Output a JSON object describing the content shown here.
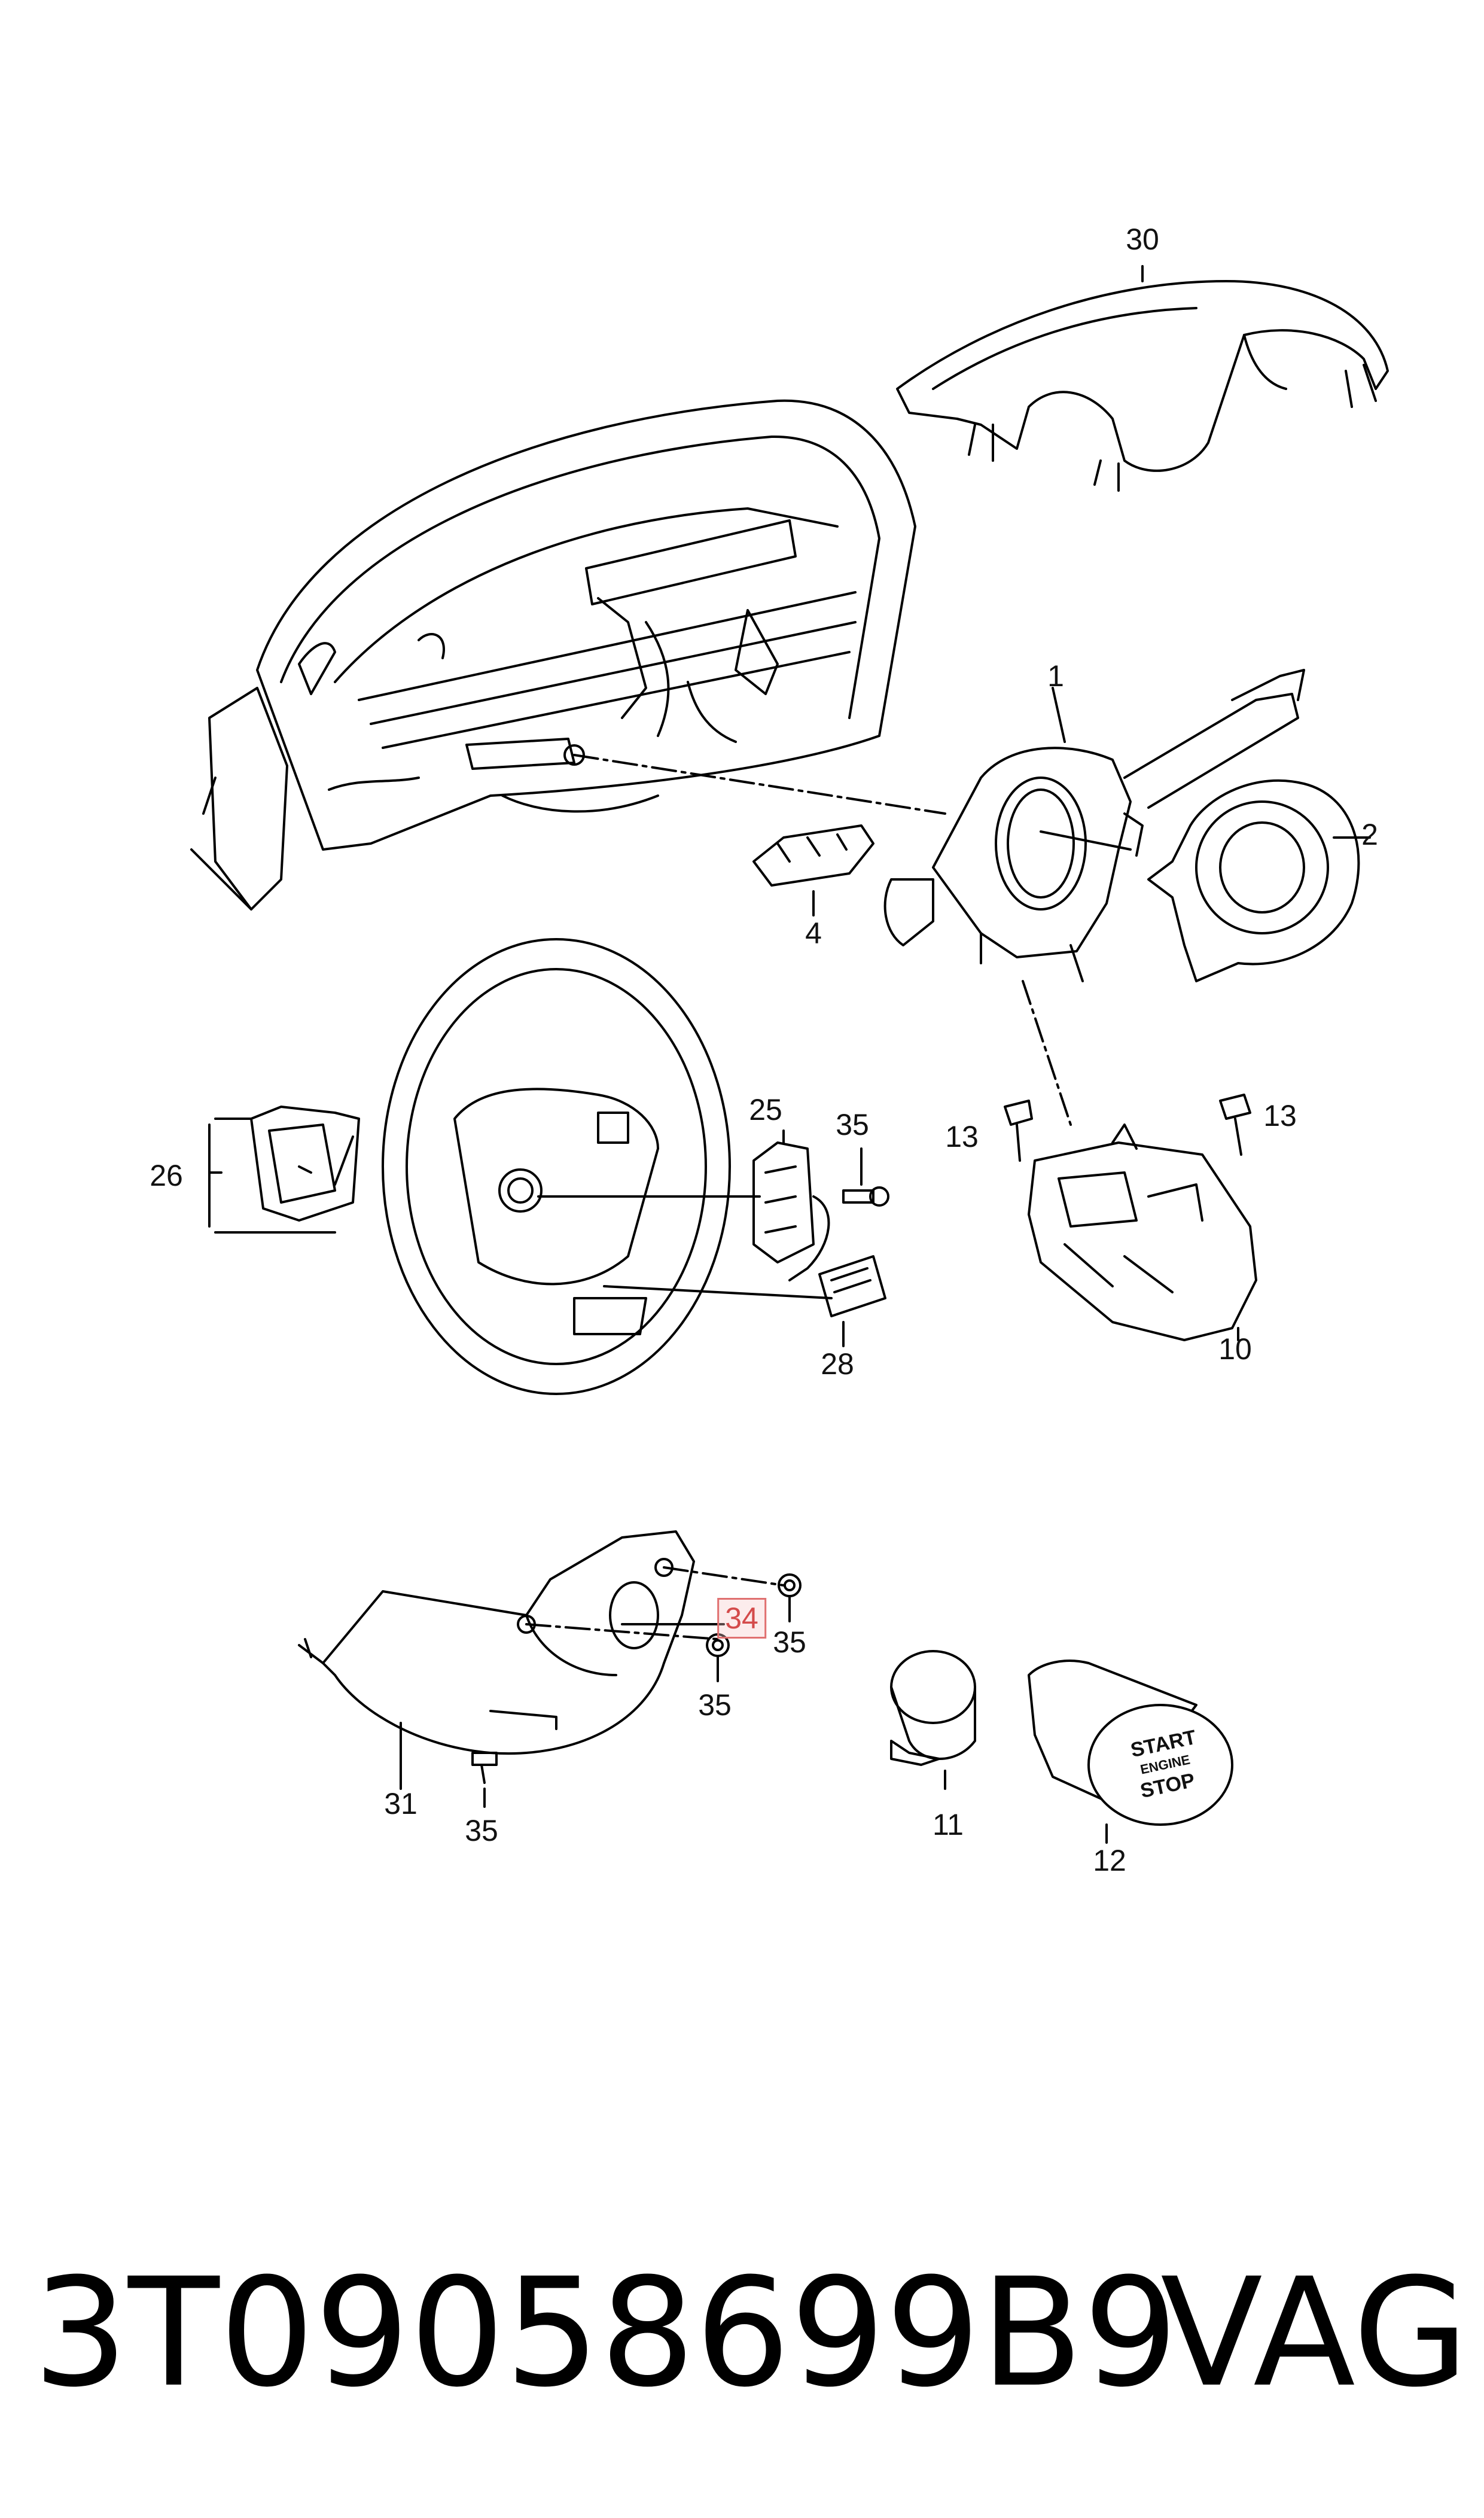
{
  "diagram": {
    "callouts": {
      "c30": "30",
      "c1": "1",
      "c2": "2",
      "c4": "4",
      "c25": "25",
      "c35a": "35",
      "c26": "26",
      "c28": "28",
      "c13a": "13",
      "c13b": "13",
      "c10": "10",
      "c34": "34",
      "c35b": "35",
      "c35c": "35",
      "c31": "31",
      "c35d": "35",
      "c11": "11",
      "c12": "12"
    },
    "highlighted_callout": "34",
    "button_text": {
      "line1": "START",
      "line2": "ENGINE",
      "line3": "STOP"
    },
    "highlight_color": "#e07070"
  },
  "footer": {
    "part_number": "3T09058699B9",
    "brand": "VAG"
  }
}
